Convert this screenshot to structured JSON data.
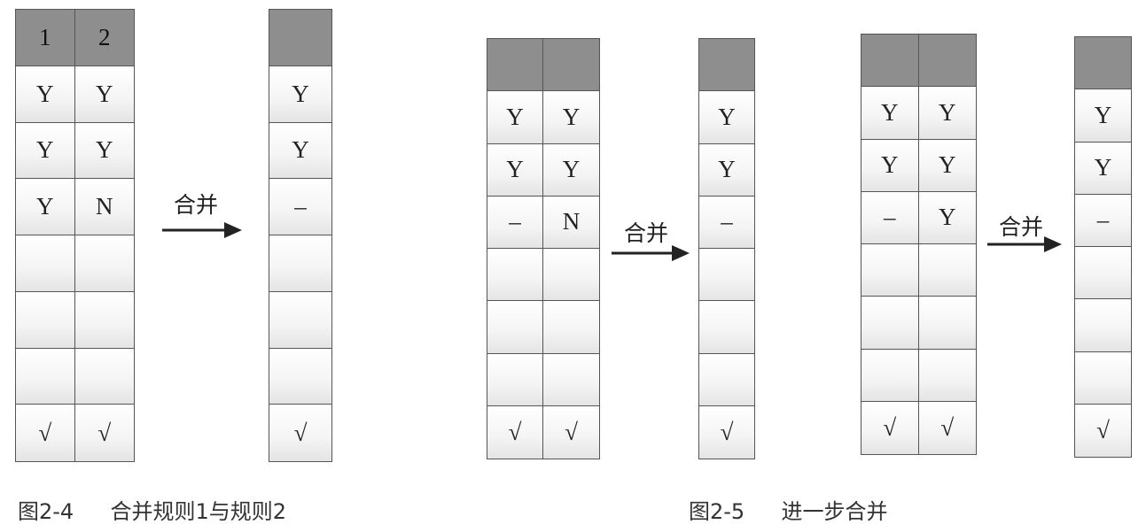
{
  "figures": [
    {
      "caption_id": "图2-4",
      "caption_text": "合并规则1与规则2",
      "arrow_label": "合并",
      "left_table": {
        "header": [
          "1",
          "2"
        ],
        "rows": [
          [
            "Y",
            "Y"
          ],
          [
            "Y",
            "Y"
          ],
          [
            "Y",
            "N"
          ],
          [
            "",
            ""
          ],
          [
            "",
            ""
          ],
          [
            "",
            ""
          ],
          [
            "√",
            "√"
          ]
        ]
      },
      "right_table": {
        "header": [
          ""
        ],
        "rows": [
          [
            "Y"
          ],
          [
            "Y"
          ],
          [
            "–"
          ],
          [
            ""
          ],
          [
            ""
          ],
          [
            ""
          ],
          [
            "√"
          ]
        ]
      }
    },
    {
      "caption_id": "图2-5",
      "caption_text": "进一步合并",
      "arrow_label": "合并",
      "left_table": {
        "header": [
          "",
          ""
        ],
        "rows": [
          [
            "Y",
            "Y"
          ],
          [
            "Y",
            "Y"
          ],
          [
            "–",
            "N"
          ],
          [
            "",
            ""
          ],
          [
            "",
            ""
          ],
          [
            "",
            ""
          ],
          [
            "√",
            "√"
          ]
        ]
      },
      "right_table": {
        "header": [
          ""
        ],
        "rows": [
          [
            "Y"
          ],
          [
            "Y"
          ],
          [
            "–"
          ],
          [
            ""
          ],
          [
            ""
          ],
          [
            ""
          ],
          [
            "√"
          ]
        ]
      }
    },
    {
      "arrow_label": "合并",
      "left_table": {
        "header": [
          "",
          ""
        ],
        "rows": [
          [
            "Y",
            "Y"
          ],
          [
            "Y",
            "Y"
          ],
          [
            "–",
            "Y"
          ],
          [
            "",
            ""
          ],
          [
            "",
            ""
          ],
          [
            "",
            ""
          ],
          [
            "√",
            "√"
          ]
        ]
      },
      "right_table": {
        "header": [
          ""
        ],
        "rows": [
          [
            "Y"
          ],
          [
            "Y"
          ],
          [
            "–"
          ],
          [
            ""
          ],
          [
            ""
          ],
          [
            ""
          ],
          [
            "√"
          ]
        ]
      }
    }
  ]
}
